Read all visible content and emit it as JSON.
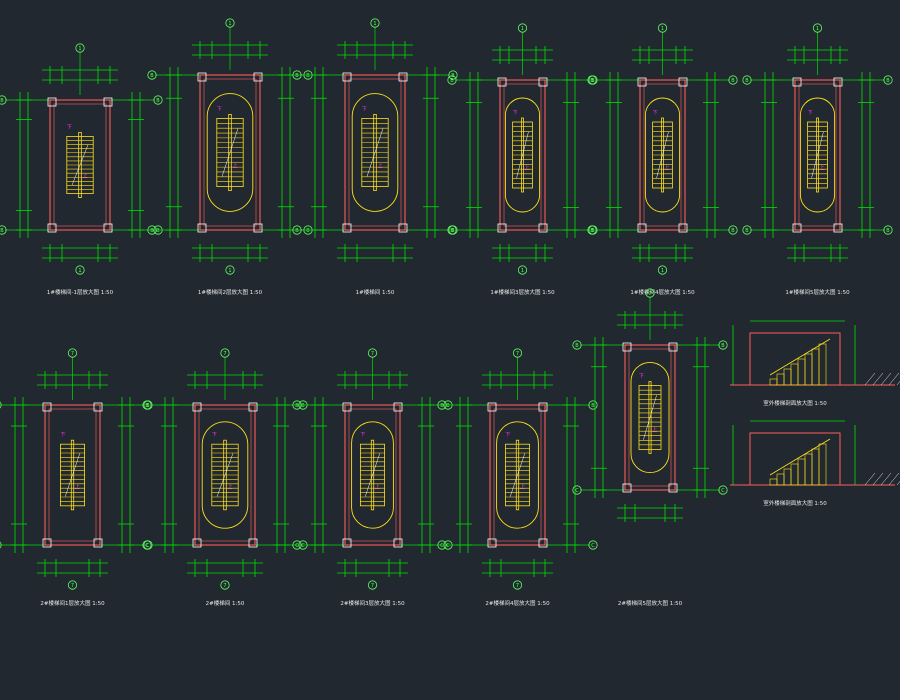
{
  "colors": {
    "background": "#212830",
    "dimension": "#00e000",
    "wall": "#ff5c5c",
    "stair": "#ffe11a",
    "label": "#ff33ff",
    "axis": "#5cff5c",
    "text": "#e8e8e8",
    "cyan": "#00b8d4"
  },
  "plans": [
    {
      "id": "p1",
      "title": "1#楼梯间-1层放大图",
      "scale": "1:50",
      "axis_top": "1",
      "axis_bottom": "1",
      "type": "straight"
    },
    {
      "id": "p2",
      "title": "1#楼梯间2层放大图",
      "scale": "1:50",
      "axis_top": "1",
      "axis_bottom": "1",
      "type": "oval"
    },
    {
      "id": "p3",
      "title": "1#楼梯间",
      "scale": "1:50",
      "axis_top": "1",
      "axis_bottom": "",
      "type": "oval"
    },
    {
      "id": "p4",
      "title": "1#楼梯间3层放大图",
      "scale": "1:50",
      "axis_top": "1",
      "axis_bottom": "1",
      "type": "oval"
    },
    {
      "id": "p5",
      "title": "1#楼梯间4层放大图",
      "scale": "1:50",
      "axis_top": "1",
      "axis_bottom": "1",
      "type": "oval"
    },
    {
      "id": "p6",
      "title": "1#楼梯间5层放大图",
      "scale": "1:50",
      "axis_top": "1",
      "axis_bottom": "",
      "type": "oval"
    },
    {
      "id": "p7",
      "title": "2#楼梯间1层放大图",
      "scale": "1:50",
      "axis_top": "7 8",
      "axis_bottom": "7 8",
      "type": "straight"
    },
    {
      "id": "p8",
      "title": "2#楼梯间",
      "scale": "1:50",
      "axis_top": "7 8",
      "axis_bottom": "7 8",
      "type": "oval"
    },
    {
      "id": "p9",
      "title": "2#楼梯间3层放大图",
      "scale": "1:50",
      "axis_top": "7 8",
      "axis_bottom": "7 8",
      "type": "oval"
    },
    {
      "id": "p10",
      "title": "2#楼梯间4层放大图",
      "scale": "1:50",
      "axis_top": "7 8",
      "axis_bottom": "7 8",
      "type": "oval"
    },
    {
      "id": "p11",
      "title": "2#楼梯间5层放大图",
      "scale": "1:50",
      "axis_top": "7",
      "axis_bottom": "",
      "type": "oval"
    }
  ],
  "sections": [
    {
      "id": "s1",
      "title": "室外楼梯剖面放大图",
      "scale": "1:50"
    },
    {
      "id": "s2",
      "title": "室外楼梯剖面放大图",
      "scale": "1:50"
    }
  ],
  "axis_left": "B",
  "axis_right": "B",
  "axis_left_low": "C",
  "axis_right_low": "C"
}
